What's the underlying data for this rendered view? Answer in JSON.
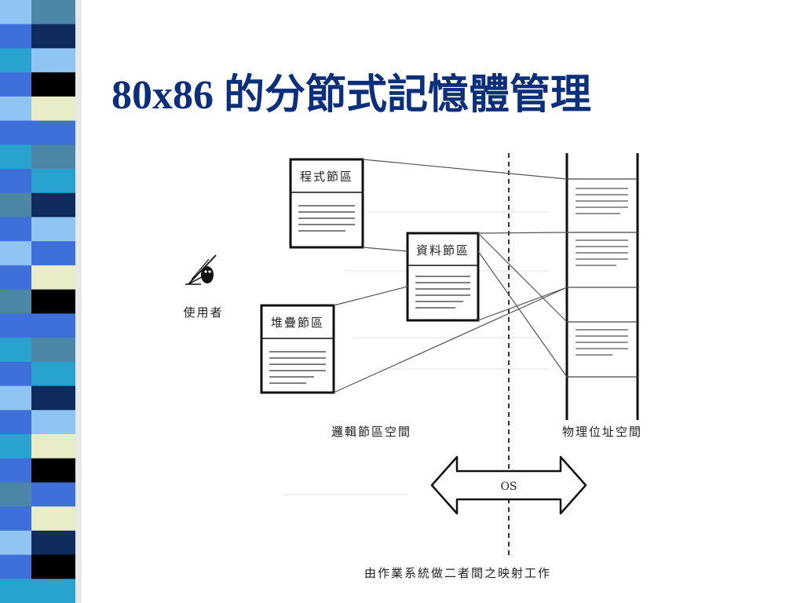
{
  "slide": {
    "title": "80x86 的分節式記憶體管理"
  },
  "diagram": {
    "segments": {
      "code": "程式節區",
      "data": "資料節區",
      "stack": "堆疊節區"
    },
    "user_label": "使用者",
    "logical_space_label": "邏輯節區空間",
    "physical_space_label": "物理位址空間",
    "os_label": "OS",
    "caption": "由作業系統做二者間之映射工作"
  },
  "colors": {
    "title": "#0b2f7a",
    "stripe_dark_navy": "#0f2a5c",
    "stripe_blue": "#3f6fd8",
    "stripe_teal": "#4b86a6",
    "stripe_cyan": "#2aa2cf",
    "stripe_light_blue": "#8fc4f2",
    "stripe_cream": "#e9ebc7",
    "stripe_black": "#000000"
  }
}
